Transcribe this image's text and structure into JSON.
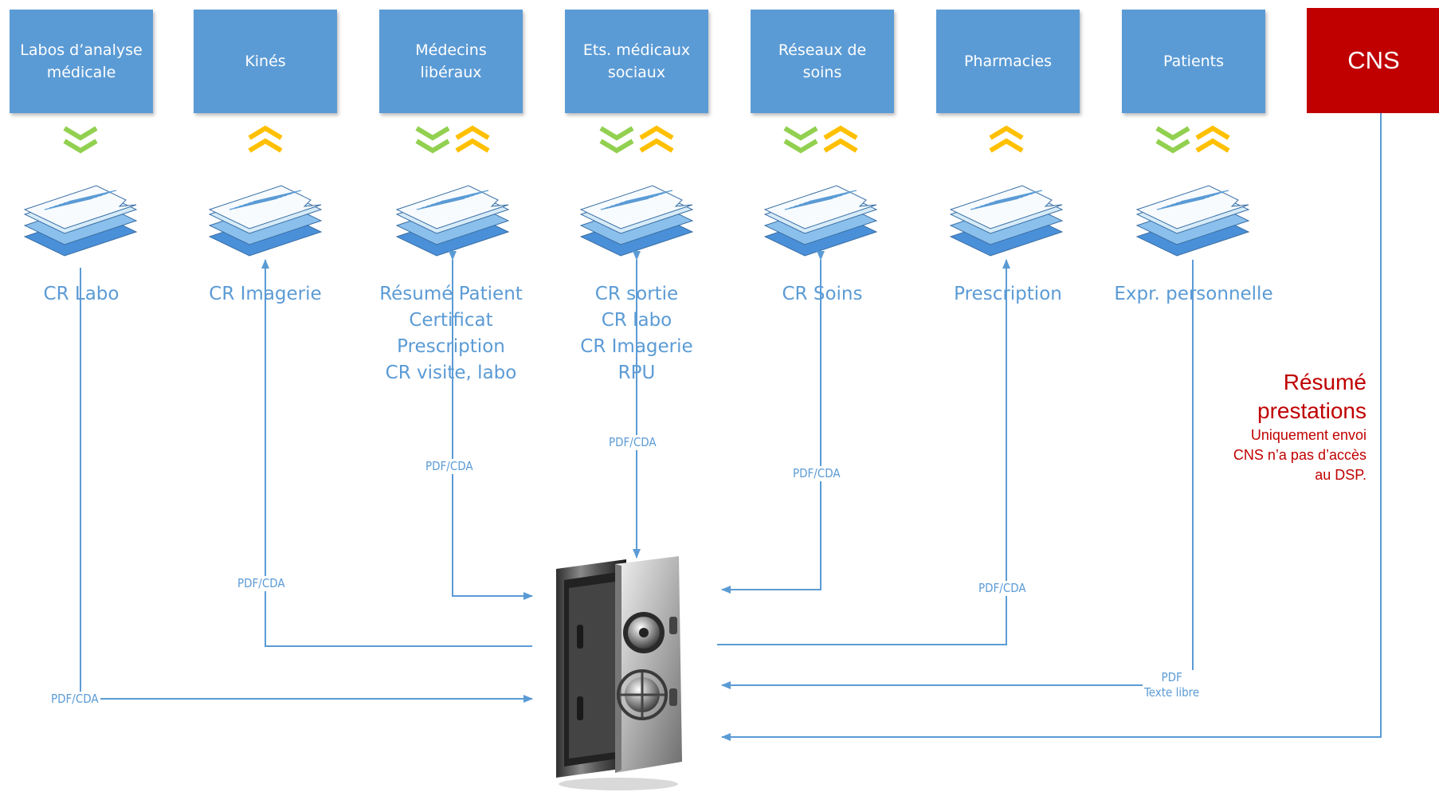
{
  "actors": [
    {
      "label": "Labos d’analyse médicale",
      "arrows": [
        "down"
      ],
      "doc": "CR Labo",
      "format": "PDF/CDA",
      "flow": "up"
    },
    {
      "label": "Kinés",
      "arrows": [
        "up"
      ],
      "doc": "CR Imagerie",
      "format": "PDF/CDA",
      "flow": "down"
    },
    {
      "label": "Médecins libéraux",
      "arrows": [
        "down",
        "up"
      ],
      "doc": "Résumé Patient\nCertificat\nPrescription\nCR visite, labo",
      "format": "PDF/CDA",
      "flow": "both"
    },
    {
      "label": "Ets. médicaux sociaux",
      "arrows": [
        "down",
        "up"
      ],
      "doc": "CR sortie\nCR labo\nCR Imagerie\nRPU",
      "format": "PDF/CDA",
      "flow": "both"
    },
    {
      "label": "Réseaux de soins",
      "arrows": [
        "down",
        "up"
      ],
      "doc": "CR Soins",
      "format": "PDF/CDA",
      "flow": "both"
    },
    {
      "label": "Pharmacies",
      "arrows": [
        "up"
      ],
      "doc": "Prescription",
      "format": "PDF/CDA",
      "flow": "down"
    },
    {
      "label": "Patients",
      "arrows": [
        "down",
        "up"
      ],
      "doc": "Expr. personnelle",
      "format": "PDF\nTexte libre",
      "flow": "up"
    }
  ],
  "cns": {
    "label": "CNS",
    "title": "Résumé\nprestations",
    "note": "Uniquement envoi\nCNS n’a pas d’accès\nau DSP."
  },
  "colors": {
    "actor": "#5b9bd5",
    "cns": "#c00000",
    "link": "#5b9bd5",
    "arrow_down": "#92d050",
    "arrow_up": "#ffc000"
  },
  "icons": {
    "document": "document-stack-icon",
    "vault": "safe-vault-icon",
    "down": "double-chevron-down-icon",
    "up": "double-chevron-up-icon"
  }
}
